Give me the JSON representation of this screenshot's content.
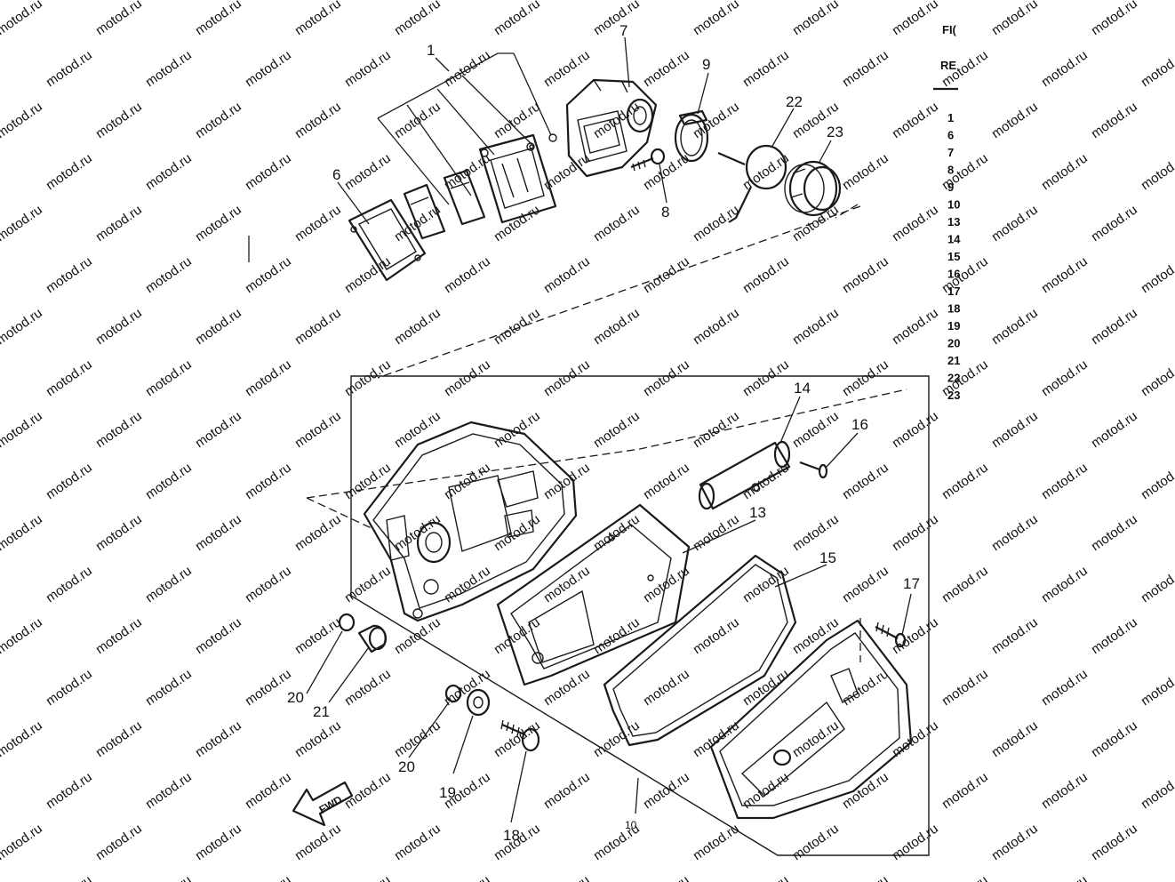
{
  "watermark": "motod.ru",
  "fwd_label": "FWD",
  "ref_header": [
    "FI(",
    "RE"
  ],
  "ref_column": [
    "1",
    "6",
    "7",
    "8",
    "9",
    "10",
    "13",
    "14",
    "15",
    "16",
    "17",
    "18",
    "19",
    "20",
    "21",
    "22",
    "23"
  ],
  "callouts": {
    "p1": "1",
    "p6": "6",
    "p7": "7",
    "p8": "8",
    "p9": "9",
    "p10": "10",
    "p13": "13",
    "p14": "14",
    "p15": "15",
    "p16": "16",
    "p17": "17",
    "p18": "18",
    "p19": "19",
    "p20a": "20",
    "p20b": "20",
    "p21": "21",
    "p22": "22",
    "p23": "23"
  }
}
